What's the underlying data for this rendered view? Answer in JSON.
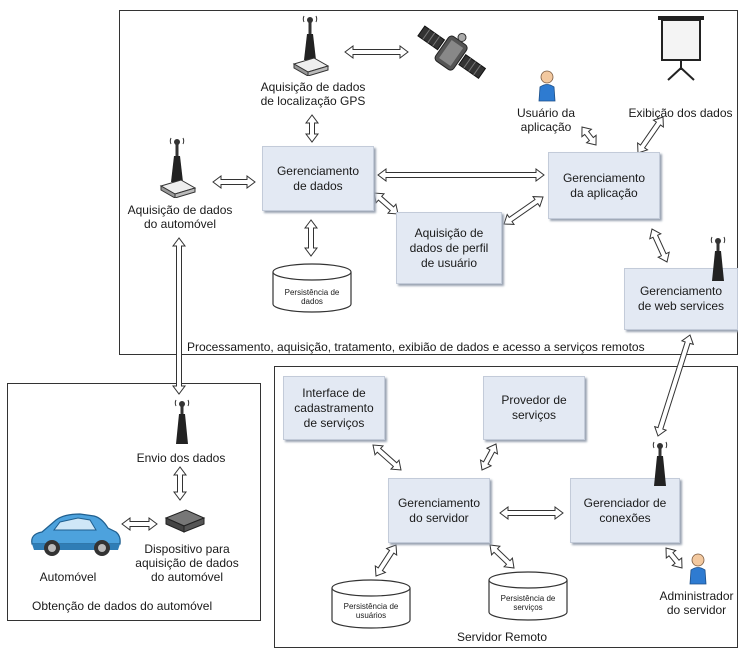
{
  "regions": {
    "processing": "Processamento, aquisição, tratamento, exibião de dados e acesso a serviços remotos",
    "vehicle": "Obtenção de dados do automóvel",
    "server": "Servidor Remoto"
  },
  "nodes": {
    "gps_acq": "Aquisição de dados\nde localização GPS",
    "data_mgmt": "Gerenciamento\nde dados",
    "vehicle_acq": "Aquisição de dados\ndo automóvel",
    "app_user": "Usuário da\naplicação",
    "data_display": "Exibição dos dados",
    "app_mgmt": "Gerenciamento\nda aplicação",
    "profile_acq": "Aquisição de\ndados de perfil\nde usuário",
    "ws_mgmt": "Gerenciamento\nde web services",
    "send_data": "Envio dos dados",
    "acq_device": "Dispositivo para\naquisição de dados\ndo automóvel",
    "car": "Automóvel",
    "service_reg": "Interface de\ncadastramento\nde serviços",
    "service_provider": "Provedor de\nserviços",
    "server_mgmt": "Gerenciamento\ndo servidor",
    "conn_mgr": "Gerenciador de\nconexões",
    "server_admin": "Administrador\ndo servidor"
  },
  "databases": {
    "data_persist": "Persistência de\ndados",
    "user_persist": "Persistência de\nusuários",
    "service_persist": "Persistência de\nserviços"
  },
  "icons": [
    "antenna-icon",
    "satellite-icon",
    "projector-screen-icon",
    "user-icon",
    "car-icon",
    "device-icon",
    "database-icon"
  ],
  "colors": {
    "box_fill": "#e3e9f3",
    "box_border": "#c3cbd9",
    "user_blue": "#2e7bd1",
    "car_blue": "#4da2dd"
  }
}
